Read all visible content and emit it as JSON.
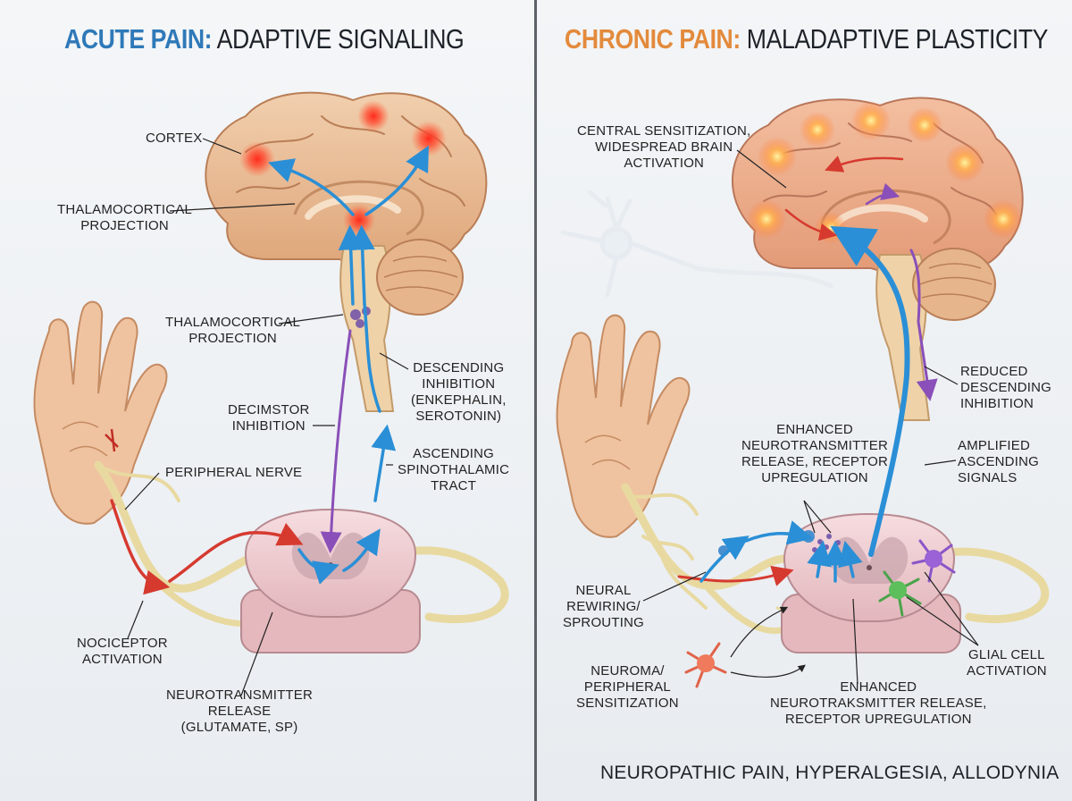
{
  "acute": {
    "title_lead": "ACUTE PAIN:",
    "title_rest": " ADAPTIVE SIGNALING",
    "labels": {
      "cortex": "CORTEX",
      "thalamocortical_upper": "THALAMOCORTICAL\nPROJECTION",
      "thalamocortical_lower": "THALAMOCORTICAL\nPROJECTION",
      "descending_inhibition": "DESCENDING\nINHIBITION\n(ENKEPHALIN,\nSEROTONIN)",
      "decimstor_inhibition": "DECIMSTOR\nINHIBITION",
      "ascending_tract": "ASCENDING\nSPINOTHALAMIC\nTRACT",
      "peripheral_nerve": "PERIPHERAL NERVE",
      "nociceptor": "NOCICEPTOR\nACTIVATION",
      "neurotransmitter": "NEUROTRANSMITTER\nRELEASE\n(GLUTAMATE, SP)"
    }
  },
  "chronic": {
    "title_lead": "CHRONIC PAIN:",
    "title_rest": " MALADAPTIVE PLASTICITY",
    "labels": {
      "central_sensitization": "CENTRAL SENSITIZATION,\nWIDESPREAD BRAIN\nACTIVATION",
      "reduced_descending": "REDUCED\nDESCENDING\nINHIBITION",
      "enhanced_upper": "ENHANCED\nNEUROTRANSMITTER\nRELEASE, RECEPTOR\nUPREGULATION",
      "amplified_ascending": "AMPLIFIED\nASCENDING\nSIGNALS",
      "neural_rewiring": "NEURAL\nREWIRING/\nSPROUTING",
      "neuroma": "NEUROMA/\nPERIPHERAL\nSENSITIZATION",
      "enhanced_lower": "ENHANCED\nNEUROTRAKSMITTER RELEASE,\nRECEPTOR UPREGULATION",
      "glial": "GLIAL CELL\nACTIVATION"
    },
    "footer": "NEUROPATHIC PAIN, HYPERALGESIA, ALLODYNIA"
  },
  "colors": {
    "acute_accent": "#2f79b8",
    "chronic_accent": "#e38a3c",
    "ascending_signal": "#2a8fd6",
    "descending_signal": "#8a4fb8",
    "nociceptive_signal": "#d63a2f",
    "nerve": "#e8d9a0",
    "brain": "#e9bf98",
    "spinal_cord": "#f0d2d6",
    "skin": "#efc3a0"
  },
  "icons": [
    "brain-icon",
    "hand-icon",
    "spinal-cord-icon",
    "nerve-fiber-icon",
    "neuron-icon",
    "glial-cell-icon",
    "synapse-icon"
  ]
}
